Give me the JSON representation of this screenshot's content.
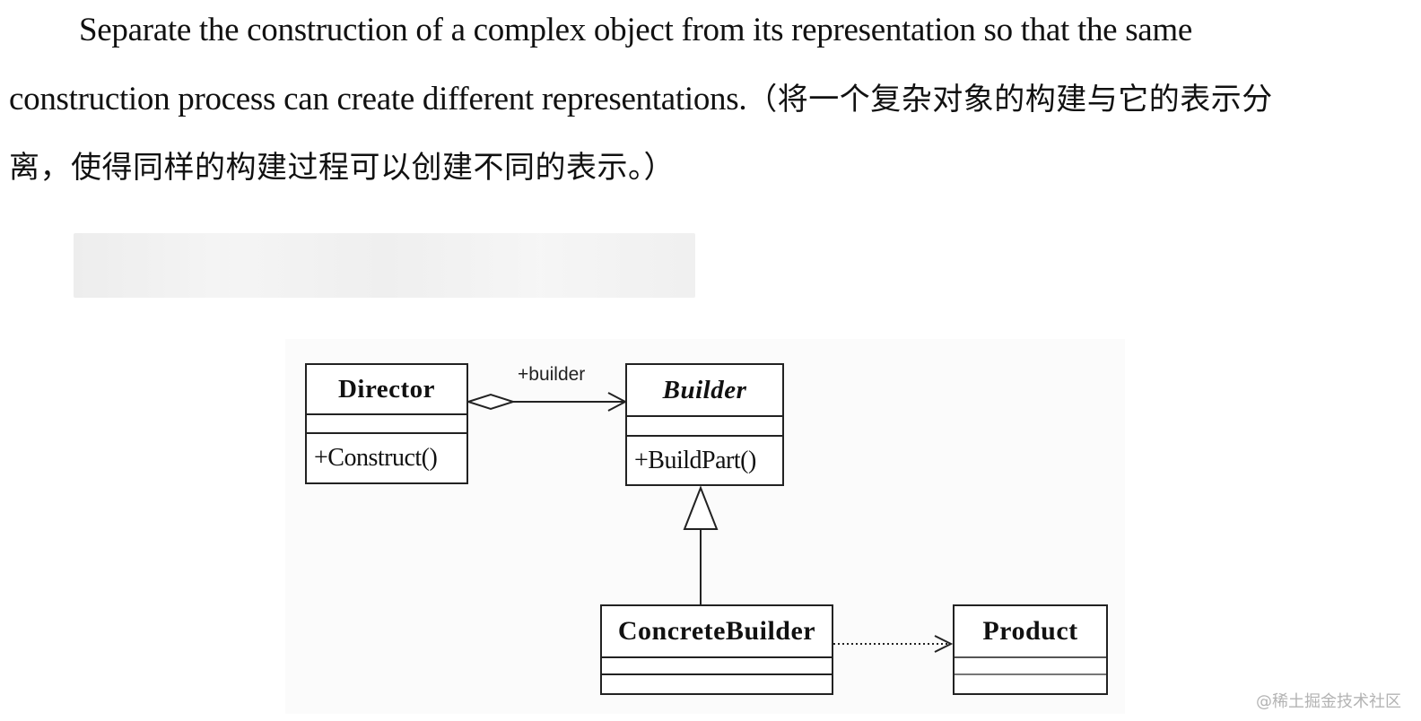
{
  "paragraph": {
    "line1": "Separate the construction of a complex object from its representation so that the same",
    "line2_en": "construction process can create different representations.",
    "line2_cn": "（将一个复杂对象的构建与它的表示分",
    "line3_cn": "离，使得同样的构建过程可以创建不同的表示。）"
  },
  "diagram": {
    "classes": {
      "director": {
        "name": "Director",
        "operation": "+Construct()"
      },
      "builder": {
        "name": "Builder",
        "operation": "+BuildPart()"
      },
      "concrete_builder": {
        "name": "ConcreteBuilder"
      },
      "product": {
        "name": "Product"
      }
    },
    "association_role": "+builder"
  },
  "watermark": "@稀土掘金技术社区"
}
